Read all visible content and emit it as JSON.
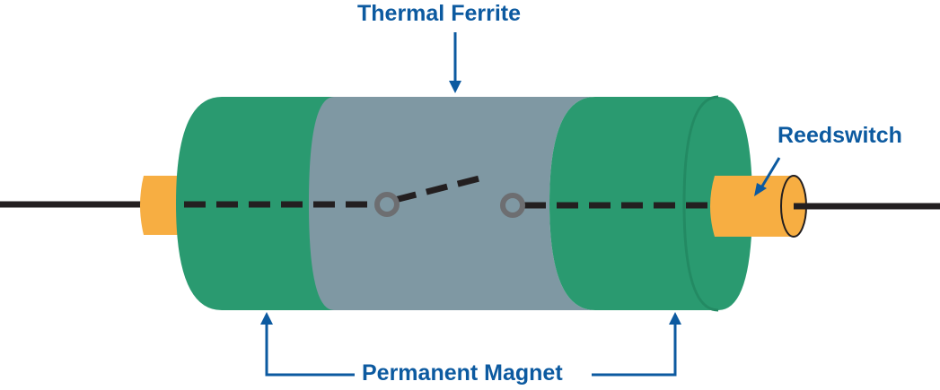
{
  "labels": {
    "thermal_ferrite": "Thermal Ferrite",
    "reedswitch": "Reedswitch",
    "permanent_magnet": "Permanent Magnet"
  },
  "colors": {
    "magnet_green": "#2a9a70",
    "magnet_green_dark": "#238a63",
    "ferrite_gray": "#7f98a3",
    "reed_orange": "#f7ae42",
    "wire_black": "#231f20",
    "contact_gray": "#6d6e71",
    "label_blue": "#0c5aa0"
  }
}
